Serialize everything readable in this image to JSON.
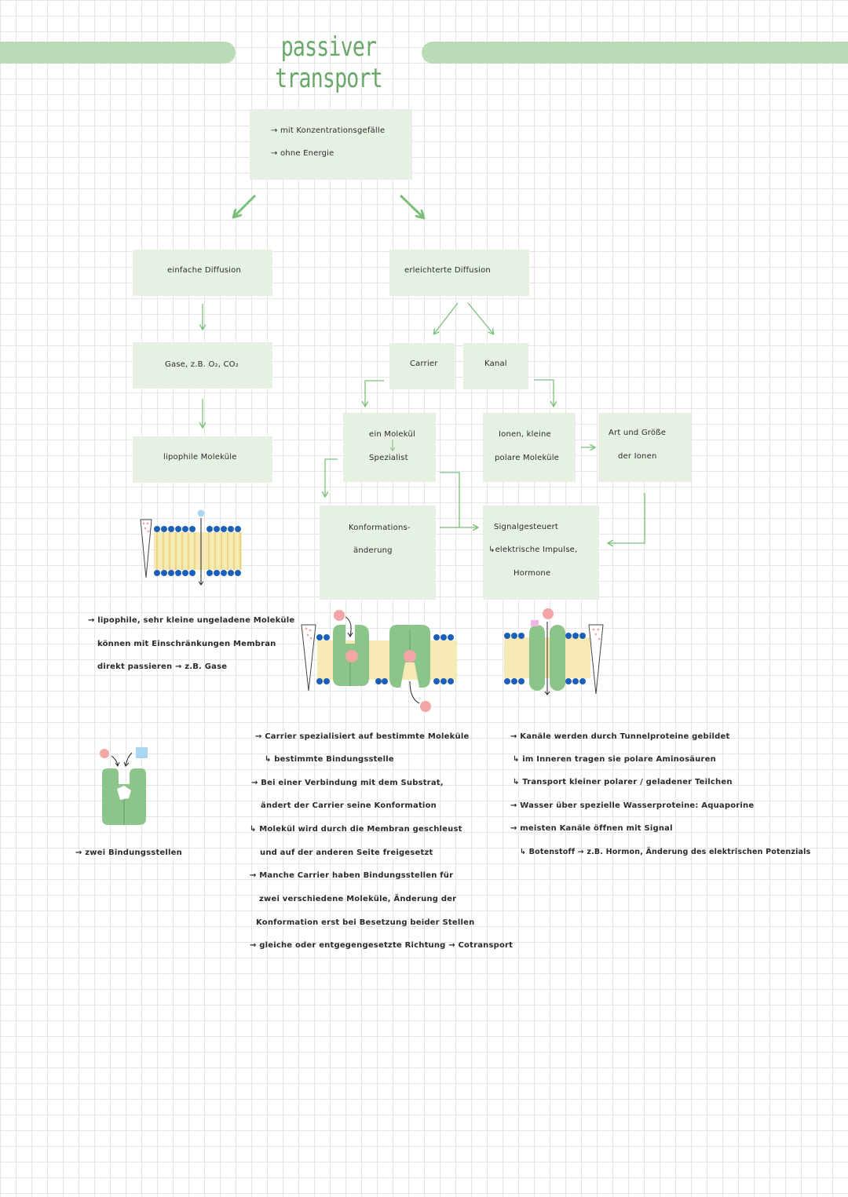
{
  "title": "passiver transport",
  "top": {
    "line1": "→ mit Konzentrationsgefälle",
    "line2": "→ ohne Energie"
  },
  "simple": {
    "box1": "einfache Diffusion",
    "box2": "Gase, z.B. O₂, CO₂",
    "box3": "lipophile Moleküle",
    "note1": "→ lipophile, sehr kleine ungeladene Moleküle",
    "note2": "können mit Einschränkungen Membran",
    "note3": "direkt passieren → z.B. Gase"
  },
  "facilitated": {
    "box": "erleichterte Diffusion",
    "carrier": "Carrier",
    "kanal": "Kanal",
    "molekuel1": "ein Molekül",
    "molekuel2": "Spezialist",
    "ionen1": "Ionen, kleine",
    "ionen2": "polare Moleküle",
    "art1": "Art und Größe",
    "art2": "der Ionen",
    "konf1": "Konformations-",
    "konf2": "änderung",
    "sig1": "Signalgesteuert",
    "sig2": "↳elektrische Impulse,",
    "sig3": "Hormone"
  },
  "bottom_left": "→ zwei Bindungsstellen",
  "carrier_notes": [
    "→ Carrier spezialisiert auf bestimmte Moleküle",
    "↳ bestimmte Bindungsstelle",
    "→ Bei einer Verbindung mit dem Substrat,",
    "ändert der Carrier seine Konformation",
    "↳ Molekül wird durch die Membran geschleust",
    "und auf der anderen Seite freigesetzt",
    "→ Manche Carrier haben Bindungsstellen für",
    "zwei verschiedene Moleküle, Änderung der",
    "Konformation erst bei Besetzung beider Stellen",
    "→ gleiche oder entgegengesetzte Richtung → Cotransport"
  ],
  "kanal_notes": [
    "→ Kanäle werden durch Tunnelproteine gebildet",
    "↳ im Inneren tragen sie polare Aminosäuren",
    "↳ Transport kleiner polarer / geladener Teilchen",
    "→ Wasser über spezielle Wasserproteine: Aquaporine",
    "→ meisten Kanäle öffnen mit Signal",
    "↳ Botenstoff → z.B. Hormon, Änderung des elektrischen Potenzials"
  ],
  "colors": {
    "green": "#8cc58a",
    "band": "#b9dcb6",
    "box": "#e6f1e4",
    "blue": "#1c5fb8",
    "lipid": "#f1dc8e",
    "pink": "#f4a6a6"
  }
}
